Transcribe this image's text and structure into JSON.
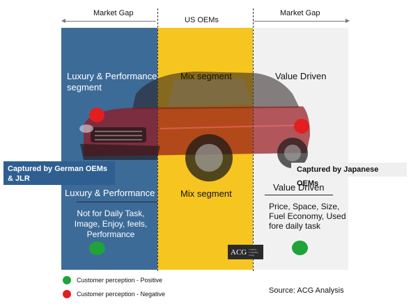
{
  "header": {
    "left_gap": "Market Gap",
    "center": "US OEMs",
    "right_gap": "Market Gap"
  },
  "upper": {
    "luxury": "Luxury & Performance segment",
    "mix": "Mix segment",
    "value": "Value Driven"
  },
  "callouts": {
    "german": "Captured by German OEMs & JLR",
    "japanese": "Captured by Japanese OEMs"
  },
  "lower": {
    "luxury_title": "Luxury & Performance",
    "luxury_desc": "Not for Daily Task, Image, Enjoy, feels, Performance",
    "mix": "Mix segment",
    "value_title": "Value Driven",
    "value_desc": "Price, Space, Size, Fuel Economy, Used fore daily task"
  },
  "logo": {
    "text": "ACG",
    "sub": "Comtech Consulting Group"
  },
  "legend": {
    "positive": "Customer perception - Positive",
    "negative": "Customer perception - Negative"
  },
  "source": "Source: ACG Analysis",
  "colors": {
    "blue": "#3d6b98",
    "yellow": "#f6c520",
    "grey": "#f1f1f1",
    "positive": "#1fa33a",
    "negative": "#e31e1e"
  }
}
